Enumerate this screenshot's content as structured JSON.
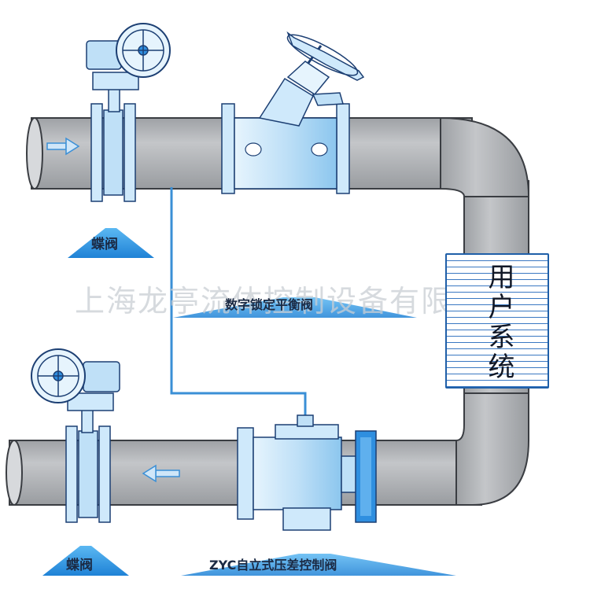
{
  "labels": {
    "butterfly_top": "蝶阀",
    "balance_valve": "数字锁定平衡阀",
    "user_system": "用户系统",
    "butterfly_bottom": "蝶阀",
    "pressure_valve": "ZYC自立式压差控制阀"
  },
  "watermark": "上海龙亭流体控制设备有限公司",
  "colors": {
    "pipe": "#b7b9bc",
    "pipe_shadow": "#8f9296",
    "valve_blue": "#2f8fe0",
    "valve_light": "#cfe9fb",
    "label_triangle": "#3aa0e8",
    "outline": "#1c3f73"
  }
}
